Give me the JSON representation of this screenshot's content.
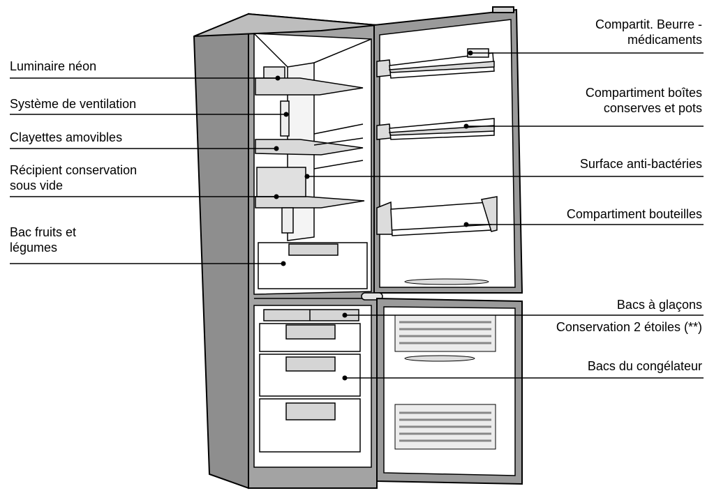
{
  "left_labels": [
    {
      "lines": [
        "Luminaire néon"
      ]
    },
    {
      "lines": [
        "Système de ventilation"
      ]
    },
    {
      "lines": [
        "Clayettes amovibles"
      ]
    },
    {
      "lines": [
        "Récipient conservation",
        "sous vide"
      ]
    },
    {
      "lines": [
        "Bac fruits et",
        "légumes"
      ]
    }
  ],
  "right_labels": [
    {
      "lines": [
        "Compartit. Beurre -",
        "médicaments"
      ]
    },
    {
      "lines": [
        "Compartiment boîtes",
        "conserves et pots"
      ]
    },
    {
      "lines": [
        "Surface anti-bactéries"
      ]
    },
    {
      "lines": [
        "Compartiment bouteilles"
      ]
    },
    {
      "lines": [
        "Bacs à glaçons"
      ]
    },
    {
      "lines": [
        "Conservation 2 étoiles (**)"
      ]
    },
    {
      "lines": [
        "Bacs du congélateur"
      ]
    }
  ],
  "colors": {
    "body": "#9a9a9a",
    "body_dark": "#7a7a7a",
    "interior": "#ffffff",
    "shelf": "#d9d9d9",
    "line": "#000000"
  }
}
